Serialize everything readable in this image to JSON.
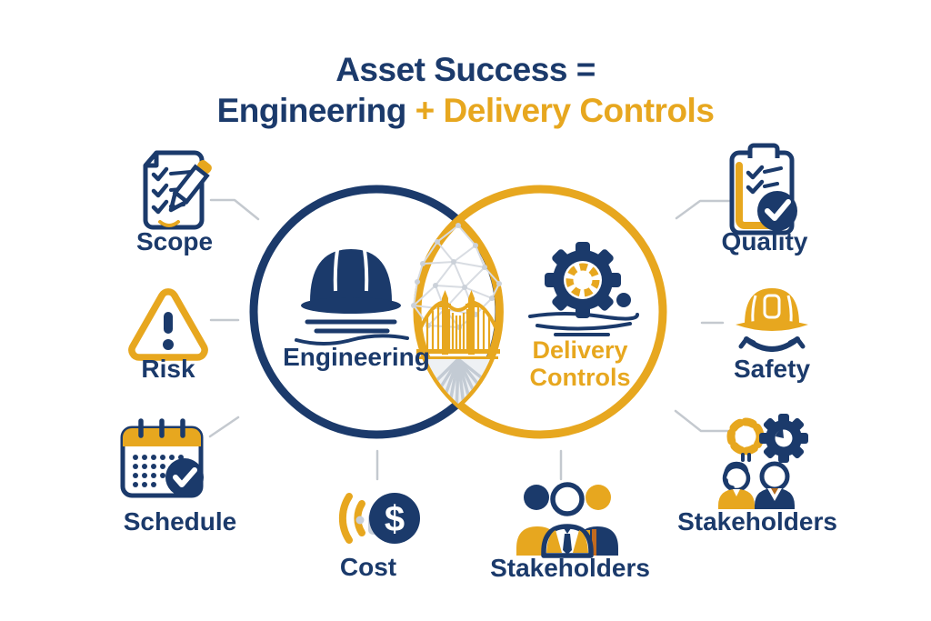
{
  "title": {
    "line1": "Asset Success =",
    "line2_part1": "Engineering",
    "line2_plus": " + ",
    "line2_part2": "Delivery Controls"
  },
  "venn": {
    "left_label": "Engineering",
    "right_label_line1": "Delivery",
    "right_label_line2": "Controls",
    "left_icon": "hardhat-over-water-icon",
    "right_icon": "gear-over-water-icon",
    "center_icon": "suspension-bridge-network-icon"
  },
  "satellites": {
    "scope": {
      "label": "Scope",
      "icon": "checklist-pencil-icon"
    },
    "risk": {
      "label": "Risk",
      "icon": "warning-triangle-icon"
    },
    "schedule": {
      "label": "Schedule",
      "icon": "calendar-check-icon"
    },
    "cost": {
      "label": "Cost",
      "icon": "dollar-coin-signal-icon",
      "currency_symbol": "$"
    },
    "stakeholders_bottom": {
      "label": "Stakeholders",
      "icon": "people-group-icon"
    },
    "quality": {
      "label": "Quality",
      "icon": "clipboard-check-icon"
    },
    "safety": {
      "label": "Safety",
      "icon": "hardhat-band-icon"
    },
    "stakeholders_right": {
      "label": "Stakeholders",
      "icon": "people-gears-icon"
    }
  },
  "colors": {
    "navy": "#1B3A6B",
    "gold": "#E7A71F",
    "connector_gray": "#C4C9CF",
    "mesh_gray": "#D8DCE2",
    "road_gray": "#C3CBD4"
  }
}
